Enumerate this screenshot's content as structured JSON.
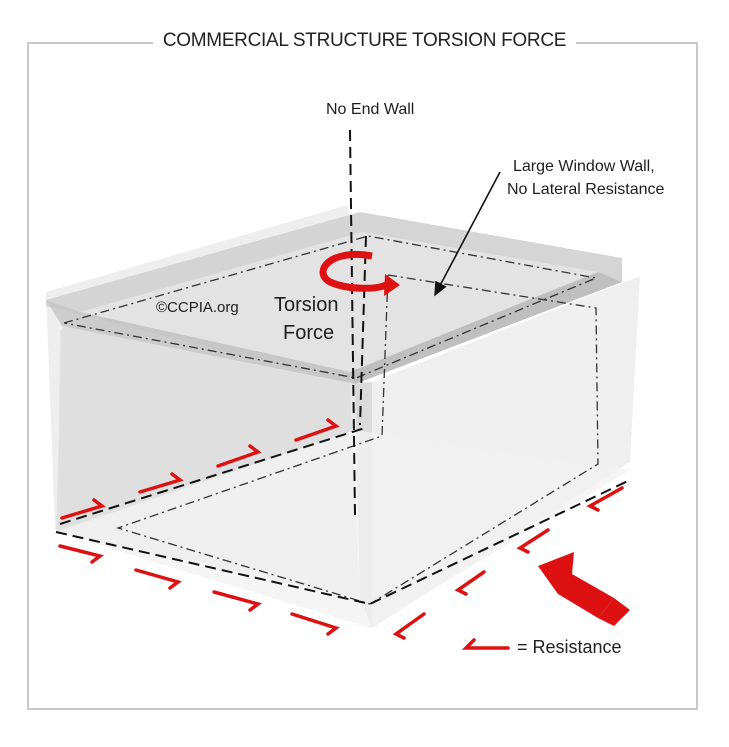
{
  "title": "COMMERCIAL STRUCTURE TORSION FORCE",
  "labels": {
    "no_end_wall": "No End Wall",
    "window_wall_line1": "Large Window Wall,",
    "window_wall_line2": "No Lateral Resistance",
    "copyright": "©CCPIA.org",
    "torsion_line1": "Torsion",
    "torsion_line2": "Force",
    "legend": "= Resistance"
  },
  "colors": {
    "arrow_red": "#dd1111",
    "frame": "#c9c9c9",
    "wall_fill": "#e6e6e6",
    "roof_fill": "#d2d2d2"
  }
}
